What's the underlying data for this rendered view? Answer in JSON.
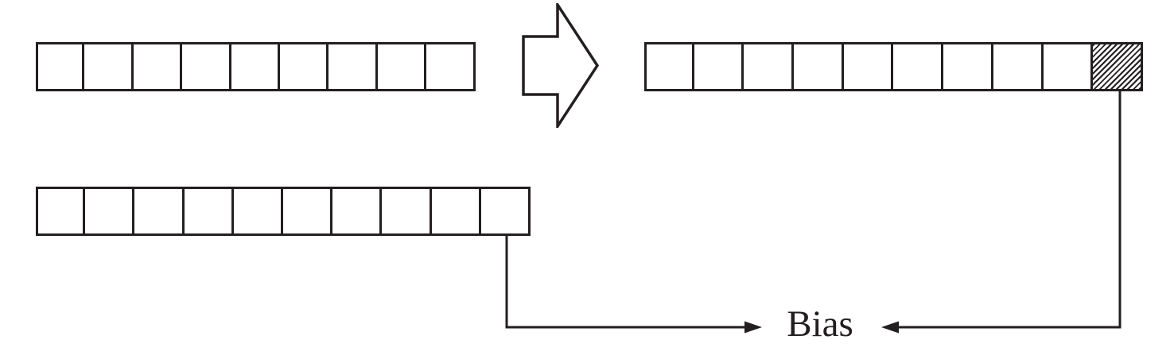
{
  "diagram": {
    "bias_label": "Bias",
    "top_left_row": {
      "name": "original-vector",
      "cell_count": 9,
      "last_cell_hatched": false
    },
    "top_right_row": {
      "name": "augmented-vector-with-bias",
      "cell_count": 10,
      "last_cell_hatched": true
    },
    "bottom_left_row": {
      "name": "second-vector",
      "cell_count": 10,
      "last_cell_hatched": false
    },
    "colors": {
      "line": "#231f20",
      "background": "#ffffff"
    }
  }
}
